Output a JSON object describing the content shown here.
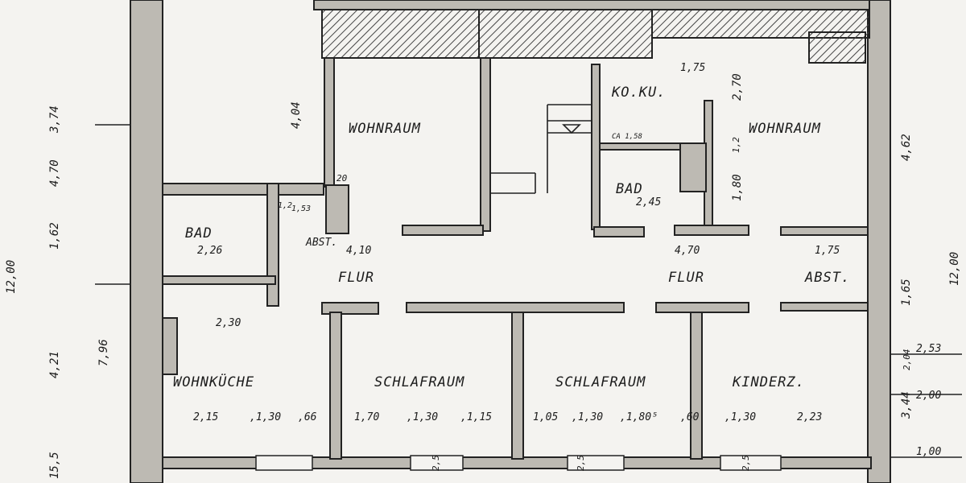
{
  "rooms": {
    "wohnraum_left": "WOHNRAUM",
    "wohnraum_right": "WOHNRAUM",
    "koku": "KO.KU.",
    "bad_right": "BAD",
    "bad_left": "BAD",
    "flur_left": "FLUR",
    "flur_right": "FLUR",
    "abst_left": "ABST.",
    "abst_right": "ABST.",
    "wohnkuche": "WOHNKÜCHE",
    "schlafraum_left": "SCHLAFRAUM",
    "schlafraum_right": "SCHLAFRAUM",
    "kinderz": "KINDERZ."
  },
  "dimensions": {
    "bad_right_area": "2,45",
    "bad_left_area": "2,26",
    "flur_left_width": "4,10",
    "flur_right_width": "4,70",
    "abst_right_width": "1,75",
    "wohnkuche_width": "2,30",
    "koku_small": "1,75",
    "bad_right_top": "CA 1,58",
    "bad_left_top": "1,2",
    "bad_left_small": "1,53",
    "bad_left_corner": "20",
    "bottom_row": [
      "2,15",
      ",1,30",
      ",66",
      "1,70",
      ",1,30",
      ",1,15",
      "1,05",
      ",1,30",
      ",1,80⁵",
      ",60",
      ",1,30",
      "2,23"
    ],
    "left_vertical": [
      "12,00",
      "3,74",
      "4,70",
      "1,62",
      "4,21",
      "7,96",
      "15,5"
    ],
    "inner_vertical": [
      "4,04",
      "2,70",
      "1,80",
      "1,2"
    ],
    "right_vertical": [
      "4,62",
      "12,00",
      "2,04",
      "1,65",
      "3,44",
      "2,53",
      "2,00",
      "1,00"
    ],
    "window_marks": [
      "2,5",
      "2,5",
      "2,5"
    ]
  }
}
